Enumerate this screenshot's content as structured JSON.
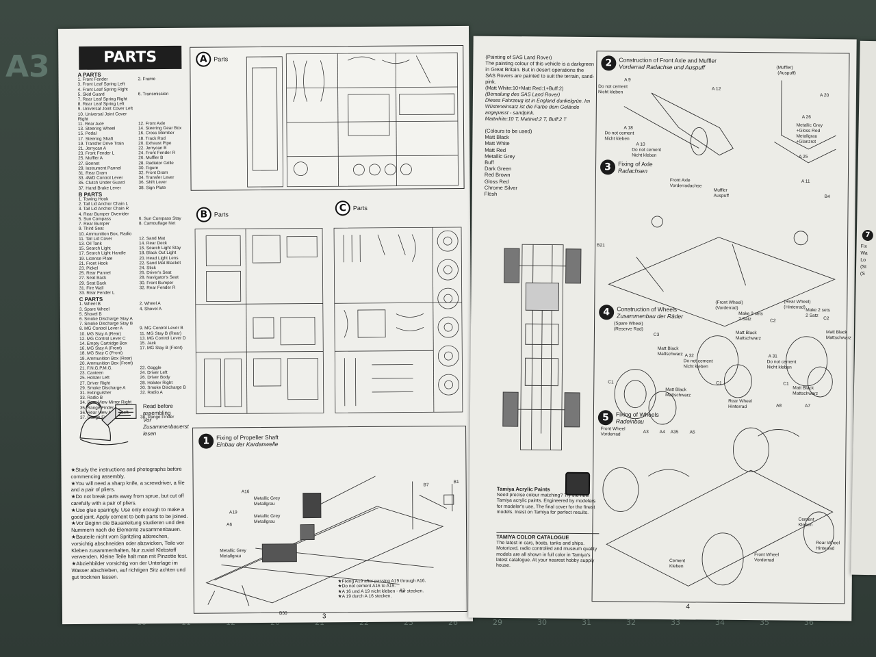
{
  "background": {
    "mat_label": "A3",
    "ruler_marks": [
      "10",
      "11",
      "12",
      "20",
      "21",
      "22",
      "23",
      "26",
      "29",
      "30",
      "31",
      "32",
      "33",
      "34",
      "35",
      "36"
    ]
  },
  "colors": {
    "paper": "#efefeb",
    "ink": "#1b1b1b",
    "mat": "#3d4a44"
  },
  "left_page": {
    "title": "PARTS",
    "sections": [
      {
        "heading": "A PARTS",
        "rows": [
          [
            "1. Front Fender",
            "2. Frame"
          ],
          [
            "3. Front Leaf Spring Left",
            ""
          ],
          [
            "4. Front Leaf Spring Right",
            ""
          ],
          [
            "5. Skid Guard",
            "6. Transmission"
          ],
          [
            "7. Rear Leaf Spring Right",
            ""
          ],
          [
            "8. Rear Leaf Spring Left",
            ""
          ],
          [
            "9. Universal Joint Cover Left",
            ""
          ],
          [
            "10. Universal Joint Cover Right",
            ""
          ],
          [
            "11. Rear Axle",
            "12. Front Axle"
          ],
          [
            "13. Steering Wheel",
            "14. Steering Gear Box"
          ],
          [
            "15. Pedal",
            "16. Cross Member"
          ],
          [
            "17. Steering Shaft",
            "18. Track Rod"
          ],
          [
            "19. Transfer Drive Train",
            "20. Exhaust Pipe"
          ],
          [
            "21. Jerrycan A",
            "22. Jerrycan B"
          ],
          [
            "23. Front Fender L",
            "24. Front Fender R"
          ],
          [
            "25. Muffler A",
            "26. Muffler B"
          ],
          [
            "27. Bonnet",
            "28. Radiator Grille"
          ],
          [
            "29. Instrument Pannel",
            "30. Figure"
          ],
          [
            "31. Rear Dram",
            "32. Front Dram"
          ],
          [
            "33. 4WD Control Lever",
            "34. Transfer Lever"
          ],
          [
            "35. Clutch Under Guard",
            "36. Shift Lever"
          ],
          [
            "37. Hand Brake Lever",
            "38. Sign Plate"
          ]
        ]
      },
      {
        "heading": "B PARTS",
        "rows": [
          [
            "1. Towing Hook",
            ""
          ],
          [
            "2. Tail Lid Anchor Chain L",
            ""
          ],
          [
            "3. Tail Lid Anchor Chain R",
            ""
          ],
          [
            "4. Rear Bumper Overrider",
            ""
          ],
          [
            "5. Sun Compass",
            "6. Sun Compass Stay"
          ],
          [
            "7. Rear Bumper",
            "8. Camouflage Net"
          ],
          [
            "9. Third Seat",
            ""
          ],
          [
            "10. Ammunition Box, Radio",
            ""
          ],
          [
            "11. Tail Lid Cover",
            "12. Sand Mat"
          ],
          [
            "13. Oil Tank",
            "14. Rear Deck"
          ],
          [
            "15. Search Light",
            "16. Search Light Stay"
          ],
          [
            "17. Search Light Handle",
            "18. Black Out Light"
          ],
          [
            "19. License Plate",
            "20. Head Light Lens"
          ],
          [
            "21. Front Hook",
            "22. Sand Mat Blacket"
          ],
          [
            "23. Pickel",
            "24. Stick"
          ],
          [
            "25. Rear Pannel",
            "26. Driver's Seat"
          ],
          [
            "27. Seat Back",
            "28. Navigator's Seat"
          ],
          [
            "29. Seat Back",
            "30. Front Bumper"
          ],
          [
            "31. Fire Wall",
            "32. Rear Fender R"
          ],
          [
            "33. Rear Fender L",
            ""
          ]
        ]
      },
      {
        "heading": "C PARTS",
        "rows": [
          [
            "1. Wheel B",
            "2. Wheel A"
          ],
          [
            "3. Spare Wheel",
            "4. Shovel A"
          ],
          [
            "5. Shovel B",
            ""
          ],
          [
            "6. Smoke Discharge Stay A",
            ""
          ],
          [
            "7. Smoke Discharge Stay B",
            ""
          ],
          [
            "8. MG Control Lever A",
            "9. MG Control Lever B"
          ],
          [
            "10. MG Stay A (Rear)",
            "11. MG Stay B (Rear)"
          ],
          [
            "12. MG Control Lever C",
            "13. MG Control Lever D"
          ],
          [
            "14. Empty Cartridge Box",
            "15. Jack"
          ],
          [
            "16. MG Stay A (Front)",
            "17. MG Stay B (Front)"
          ],
          [
            "18. MG Stay C (Front)",
            ""
          ],
          [
            "19. Ammunition Box (Rear)",
            ""
          ],
          [
            "20. Ammunition Box (Front)",
            ""
          ],
          [
            "21. F.N.G.P.M.G.",
            "22. Goggle"
          ],
          [
            "23. Canteen",
            "24. Driver Left"
          ],
          [
            "25. Holster Left",
            "26. Driver Body"
          ],
          [
            "27. Driver Right",
            "28. Holster Right"
          ],
          [
            "29. Smoke Discharge A",
            "30. Smoke Discharge B"
          ],
          [
            "31. Extinguisher",
            "32. Radio A"
          ],
          [
            "33. Radio B",
            ""
          ],
          [
            "34. Rear View Mirror Right",
            ""
          ],
          [
            "35. Range Finder",
            ""
          ],
          [
            "36. Rear View Mirror Left",
            ""
          ],
          [
            "37. Range Finder",
            "38. Range Finder"
          ]
        ]
      }
    ],
    "read_note": {
      "en1": "Read before",
      "en2": "assembling",
      "de1": "Vor",
      "de2": "Zusammenbauerst",
      "de3": "lesen"
    },
    "tips": [
      "★Study the instructions and photographs before commencing assembly.",
      "★You will need a sharp knife, a screwdriver, a file and a pair of pliers.",
      "★Do not break parts away from sprue, but cut off carefully with a pair of pliers.",
      "★Use glue sparingly. Use only enough to make a good joint. Apply cement to both parts to be joined.",
      "★Vor Beginn die Bauanleitung studieren und den Nummern nach die Elemente zusammenbauen.",
      "★Bauteile nicht vom Spritzling abbrechen, vorsichtig abschneiden oder abzwicken, Teile vor Kleben zusammenhalten, Nur zuviel Klebstoff verwenden. Kleine Teile halt man mit Pinzette fest.",
      "★Abziehbilder vorsichtig von der Unterlage im Wasser abschieben, auf richtigen Sitz achten und gut trocknen lassen."
    ],
    "sprue_a": {
      "letter": "A",
      "label": "Parts"
    },
    "sprue_b": {
      "letter": "B",
      "label": "Parts"
    },
    "sprue_c": {
      "letter": "C",
      "label": "Parts"
    },
    "step1": {
      "num": "1",
      "title_en": "Fixing of Propeller Shaft",
      "title_de": "Einbau der Kardanwelle",
      "callouts": [
        "A16",
        "Metallic Grey",
        "Metallgrau",
        "A19",
        "Metallic Grey",
        "Metallgrau",
        "A6",
        "Metallic Grey",
        "Metallgrau",
        "B7",
        "B1",
        "A2",
        "B30"
      ],
      "note": [
        "★Fixing A19 after passing A19 through A16.",
        "★Do not cement A16 to A19.",
        "★A 16 und A 19 nicht kleben - nur stecken.",
        "★A 19 durch A 16 stecken."
      ]
    },
    "page_number": "3"
  },
  "right_page": {
    "painting": {
      "heading": "(Painting of SAS Land Rover)",
      "body": "The painting colour of this vehicle is a darkgreen in Great Britain. But in desert operations the SAS Rovers are painted to suit the terrain, sand-pink.",
      "mix": "(Matt White:10+Matt Red:1+Buff:2)",
      "de_heading": "(Bemalung des SAS Land Rover)",
      "de_body": "Dieses Fahrzeug ist in England dunkelgrün. Im Wüsteneinsatz ist die Farbe dem Gelände angepasst - sandpink.",
      "de_mix": "Mattwhite:10 T, Mattred:2 T, Buff:2 T"
    },
    "colours_heading": "(Colours to be used)",
    "colours": [
      "Matt Black",
      "Matt White",
      "Matt Red",
      "Metallic Grey",
      "Buff",
      "Dark Green",
      "Red Brown",
      "Gloss Red",
      "Chrome Silver",
      "Flesh"
    ],
    "acrylic": {
      "title": "Tamiya Acrylic Paints",
      "body": "Need precise colour matching? Try the new Tamiya acrylic paints. Engineered by modelers for modeler's use, The final cover for the finest models. Insist on Tamiya for perfect results."
    },
    "catalogue": {
      "title": "TAMIYA COLOR CATALOGUE",
      "body": "The latest in cars, boats, tanks and ships. Motorized, radio controlled and museum quality models are all shown in full color in Tamiya's latest catalogue. At your nearest hobby supply house."
    },
    "step2": {
      "num": "2",
      "title_en": "Construction of Front Axle and Muffler",
      "title_de": "Vorderrad Radachse und Auspuff",
      "callouts": [
        "A 9",
        "Do not cement",
        "Nicht kleben",
        "A 12",
        "(Muffler)",
        "(Auspuff)",
        "A 20",
        "A 26",
        "Metallic Grey",
        "+Gloss Red",
        "Metallgrau",
        "+Glanzrot",
        "A 18",
        "Do not cement",
        "Nicht kleben",
        "A 10",
        "Do not cement",
        "Nicht kleben",
        "A 25"
      ]
    },
    "step3": {
      "num": "3",
      "title_en": "Fixing of Axle",
      "title_de": "Radachsen",
      "callouts": [
        "Front Axle",
        "Vorderradachse",
        "A 11",
        "Muffler",
        "Auspuff",
        "B4",
        "B21"
      ]
    },
    "step4": {
      "num": "4",
      "title_en": "Construction of Wheels",
      "title_de": "Zusammenbau der Räder",
      "callouts": [
        "(Front Wheel)",
        "(Vorderrad)",
        "Make 2 sets",
        "2 Satz",
        "C2",
        "(Rear Wheel)",
        "(Hinterrad)",
        "Make 2 sets",
        "2 Satz",
        "C2",
        "(Spare Wheel)",
        "(Reserve Rad)",
        "C3",
        "Matt Black",
        "Mattschwarz",
        "Matt Black",
        "Mattschwarz",
        "Matt Black",
        "Mattschwarz",
        "A 32",
        "Do not cement",
        "Nicht kleben",
        "A 31",
        "Do not cement",
        "Nicht kleben",
        "C1",
        "Matt Black",
        "Mattschwarz",
        "C1",
        "Rear Wheel",
        "Hinterrad",
        "C1",
        "Matt Black",
        "Mattschwarz"
      ]
    },
    "step5": {
      "num": "5",
      "title_en": "Fixing of Wheels",
      "title_de": "Radeinbau",
      "callouts": [
        "Front Wheel",
        "Vorderrad",
        "A3",
        "A4",
        "A35",
        "A5",
        "A8",
        "A7",
        "Cement",
        "Kleben",
        "Rear Wheel",
        "Hinterrad",
        "Cement",
        "Kleben",
        "Front Wheel",
        "Vorderrad"
      ]
    },
    "page_number": "4"
  },
  "next_page_fragment": {
    "num": "7",
    "lines": [
      "Fix",
      "Wa",
      "Lo",
      "(St",
      "(S"
    ]
  }
}
